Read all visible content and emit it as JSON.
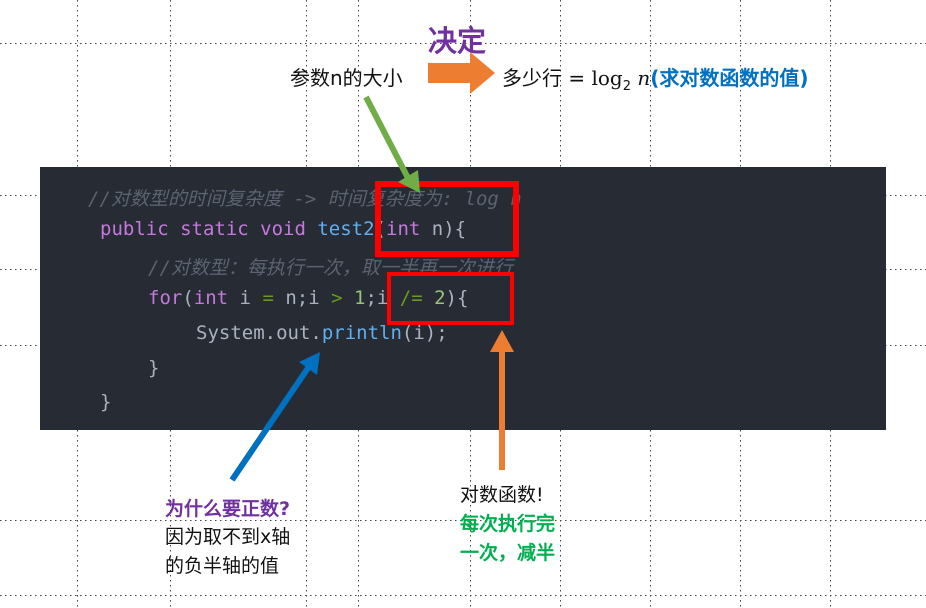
{
  "top": {
    "decide_label": "决定",
    "param_label": "参数n的大小",
    "rows_label": "多少行 = ",
    "log_base": "log",
    "log_sub": "2",
    "log_var": "n",
    "note": "(求对数函数的值)"
  },
  "code": {
    "line1": "//对数型的时间复杂度 -> 时间复杂度为: log n",
    "line2": {
      "kw": "public static void ",
      "fn": "test2",
      "p1": "(",
      "kw2": "int",
      "rest": " n){"
    },
    "line3": "//对数型：每执行一次，取一半再一次进行",
    "line4": {
      "kw": "for",
      "p1": "(",
      "kw2": "int",
      "a": " i ",
      "op1": "=",
      "b": " n;i ",
      "op2": ">",
      "n1": " 1",
      "c": ";i ",
      "op3": "/=",
      "n2": " 2",
      "d": "){"
    },
    "line5": {
      "a": "System.out.",
      "fn": "println",
      "b": "(i);"
    },
    "line6": "}",
    "line7": "}"
  },
  "annotations": {
    "positive_q": "为什么要正数?",
    "positive_a1": "因为取不到x轴",
    "positive_a2": "的负半轴的值",
    "log_fn": "对数函数!",
    "halve1": "每次执行完",
    "halve2": "一次，减半"
  },
  "colors": {
    "red": "#ff0000",
    "green_arrow": "#70ad47",
    "blue_arrow": "#0070c0",
    "orange_arrow": "#ed7d31",
    "purple": "#7030a0",
    "green_text": "#00b050"
  }
}
